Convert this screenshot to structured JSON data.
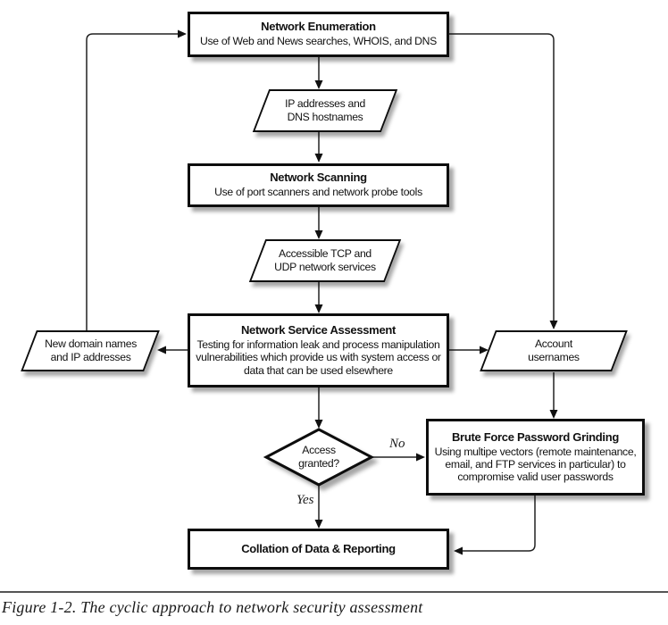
{
  "nodes": {
    "enumeration": {
      "title": "Network Enumeration",
      "desc": "Use of Web and News searches, WHOIS, and DNS"
    },
    "ip_dns": {
      "label": "IP addresses and\nDNS hostnames"
    },
    "scanning": {
      "title": "Network Scanning",
      "desc": "Use of port scanners and network probe tools"
    },
    "tcp_udp": {
      "label": "Accessible TCP and\nUDP network services"
    },
    "assessment": {
      "title": "Network Service Assessment",
      "desc": "Testing for information leak and process manipulation\nvulnerabilities which provide us with system access or\ndata that can be used elsewhere"
    },
    "new_domains": {
      "label": "New domain names\nand IP addresses"
    },
    "account_usernames": {
      "label": "Account\nusernames"
    },
    "access_granted": {
      "label": "Access\ngranted?"
    },
    "brute_force": {
      "title": "Brute Force Password Grinding",
      "desc": "Using multipe vectors (remote maintenance,\nemail, and FTP services in particular) to\ncompromise valid user passwords"
    },
    "collation": {
      "title": "Collation of Data & Reporting"
    }
  },
  "edge_labels": {
    "no": "No",
    "yes": "Yes"
  },
  "caption": "Figure 1-2. The cyclic approach to network security assessment",
  "colors": {
    "line": "#222222",
    "border": "#0d0d0d",
    "background": "#ffffff",
    "caption_rule": "#555555"
  }
}
